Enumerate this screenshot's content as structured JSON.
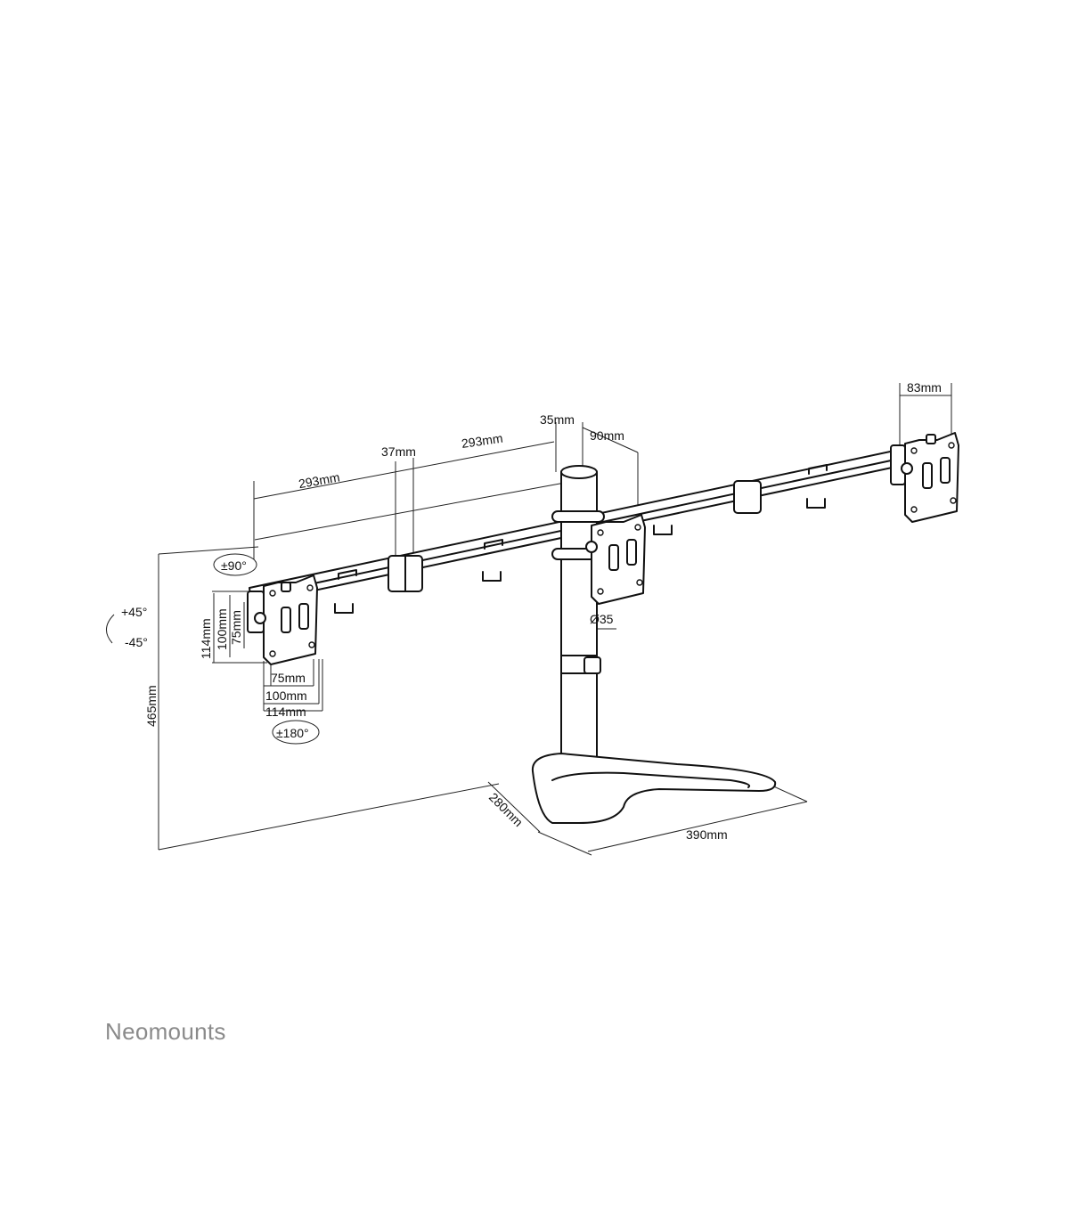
{
  "brand": {
    "name": "Neomounts"
  },
  "dimensions": {
    "arm_left_length": "293mm",
    "arm_right_length": "293mm",
    "joint_width": "37mm",
    "pole_width": "35mm",
    "pole_offset": "90mm",
    "vesa_plate_width": "83mm",
    "pole_diameter": "Ø35",
    "vesa_v114": "114mm",
    "vesa_v100": "100mm",
    "vesa_v75": "75mm",
    "vesa_h75": "75mm",
    "vesa_h100": "100mm",
    "vesa_h114": "114mm",
    "rotation": "±90°",
    "tilt_up": "+45°",
    "tilt_down": "-45°",
    "swivel": "±180°",
    "total_height": "465mm",
    "base_depth": "280mm",
    "base_width": "390mm"
  }
}
